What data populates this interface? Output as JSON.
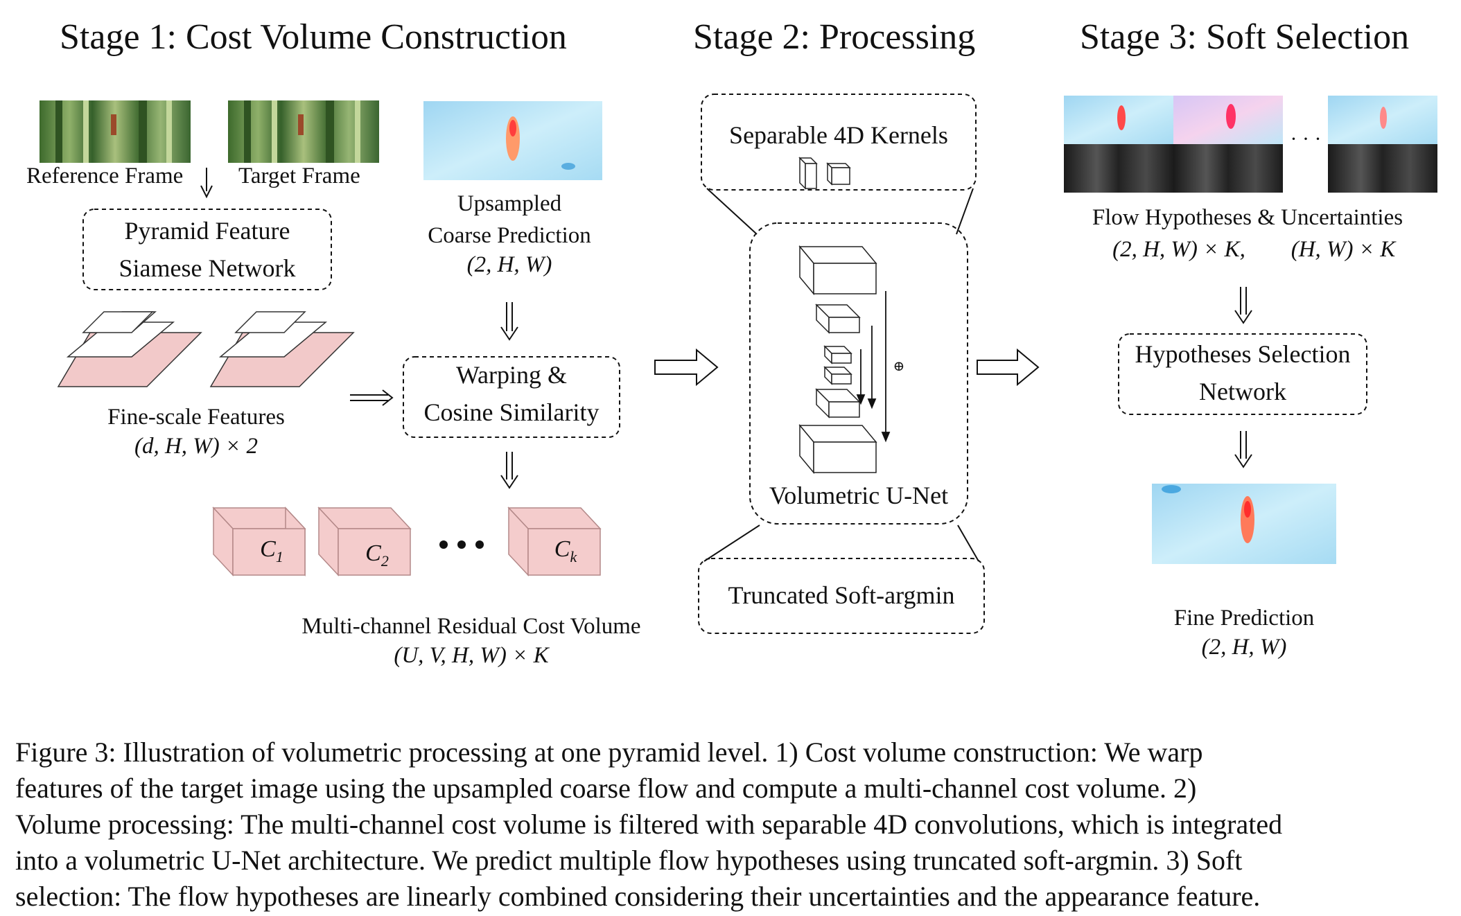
{
  "stages": {
    "stage1_title": "Stage 1: Cost Volume Construction",
    "stage2_title": "Stage 2: Processing",
    "stage3_title": "Stage 3: Soft Selection"
  },
  "stage1": {
    "reference_frame": "Reference Frame",
    "target_frame": "Target Frame",
    "pyramid_box_line1": "Pyramid Feature",
    "pyramid_box_line2": "Siamese Network",
    "upsampled_line1": "Upsampled",
    "upsampled_line2": "Coarse Prediction",
    "upsampled_dims": "(2, H, W)",
    "fine_features": "Fine-scale Features",
    "fine_features_dims": "(d, H, W) × 2",
    "warping_line1": "Warping &",
    "warping_line2": "Cosine Similarity",
    "cost_volumes": [
      "C1",
      "C2",
      "Ck"
    ],
    "cost_volume_label": "Multi-channel Residual Cost Volume",
    "cost_volume_dims": "(U, V, H, W) × K"
  },
  "stage2": {
    "separable": "Separable 4D Kernels",
    "unet": "Volumetric U-Net",
    "unet_plus_symbol": "⊕",
    "soft_argmin": "Truncated Soft-argmin"
  },
  "stage3": {
    "hypotheses_label": "Flow Hypotheses & Uncertainties",
    "hypotheses_dims_a": "(2, H, W) × K,",
    "hypotheses_dims_b": "(H, W) × K",
    "ellipsis": "· · ·",
    "selection_line1": "Hypotheses Selection",
    "selection_line2": "Network",
    "fine_prediction": "Fine Prediction",
    "fine_prediction_dims": "(2, H, W)"
  },
  "caption": {
    "lines": [
      "Figure 3: Illustration of volumetric processing at one pyramid level. 1) Cost volume construction: We warp",
      "features of the target image using the upsampled coarse flow and compute a multi-channel cost volume. 2)",
      "Volume processing: The multi-channel cost volume is filtered with separable 4D convolutions, which is integrated",
      "into a volumetric U-Net architecture. We predict multiple flow hypotheses using truncated soft-argmin. 3) Soft",
      "selection: The flow hypotheses are linearly combined considering their uncertainties and the appearance feature."
    ]
  },
  "colors": {
    "feature_pink": "#f2c9c9",
    "cube_pink": "#f4cccc",
    "flow_sky": "#bfe6f7",
    "forest_green": "#4e7a3a",
    "uncertainty_dark": "#2a2a2a"
  }
}
